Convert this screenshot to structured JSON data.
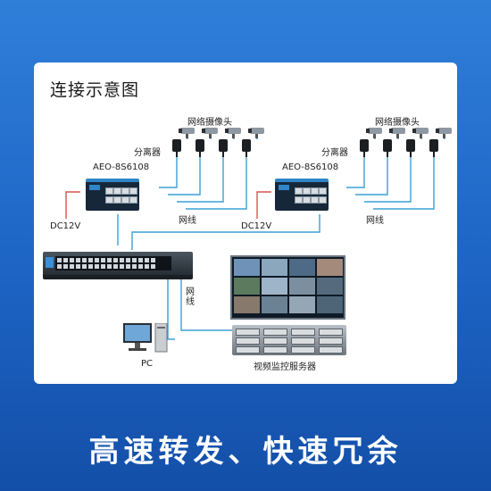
{
  "card": {
    "title": "连接示意图"
  },
  "group_left": {
    "camera_label": "网络摄像头",
    "splitter_label": "分离器",
    "switch_model": "AEO-8S6108",
    "power_label": "DC12V",
    "cable_label": "网线"
  },
  "group_right": {
    "camera_label": "网络摄像头",
    "splitter_label": "分离器",
    "switch_model": "AEO-8S6108",
    "power_label": "DC12V",
    "cable_label": "网线"
  },
  "core": {
    "cable_label": "网线",
    "pc_label": "PC",
    "server_label": "视频监控服务器"
  },
  "footer": {
    "slogan": "高速转发、快速冗余"
  },
  "colors": {
    "background": "#1d64c4",
    "wire_blue": "#3aa0d6",
    "wire_red": "#d9534f",
    "switch_accent": "#2f86c6"
  },
  "icons": [
    "ip-camera-icon",
    "poe-splitter-icon",
    "industrial-switch-icon",
    "core-switch-icon",
    "video-wall-icon",
    "rack-server-icon",
    "pc-icon"
  ]
}
